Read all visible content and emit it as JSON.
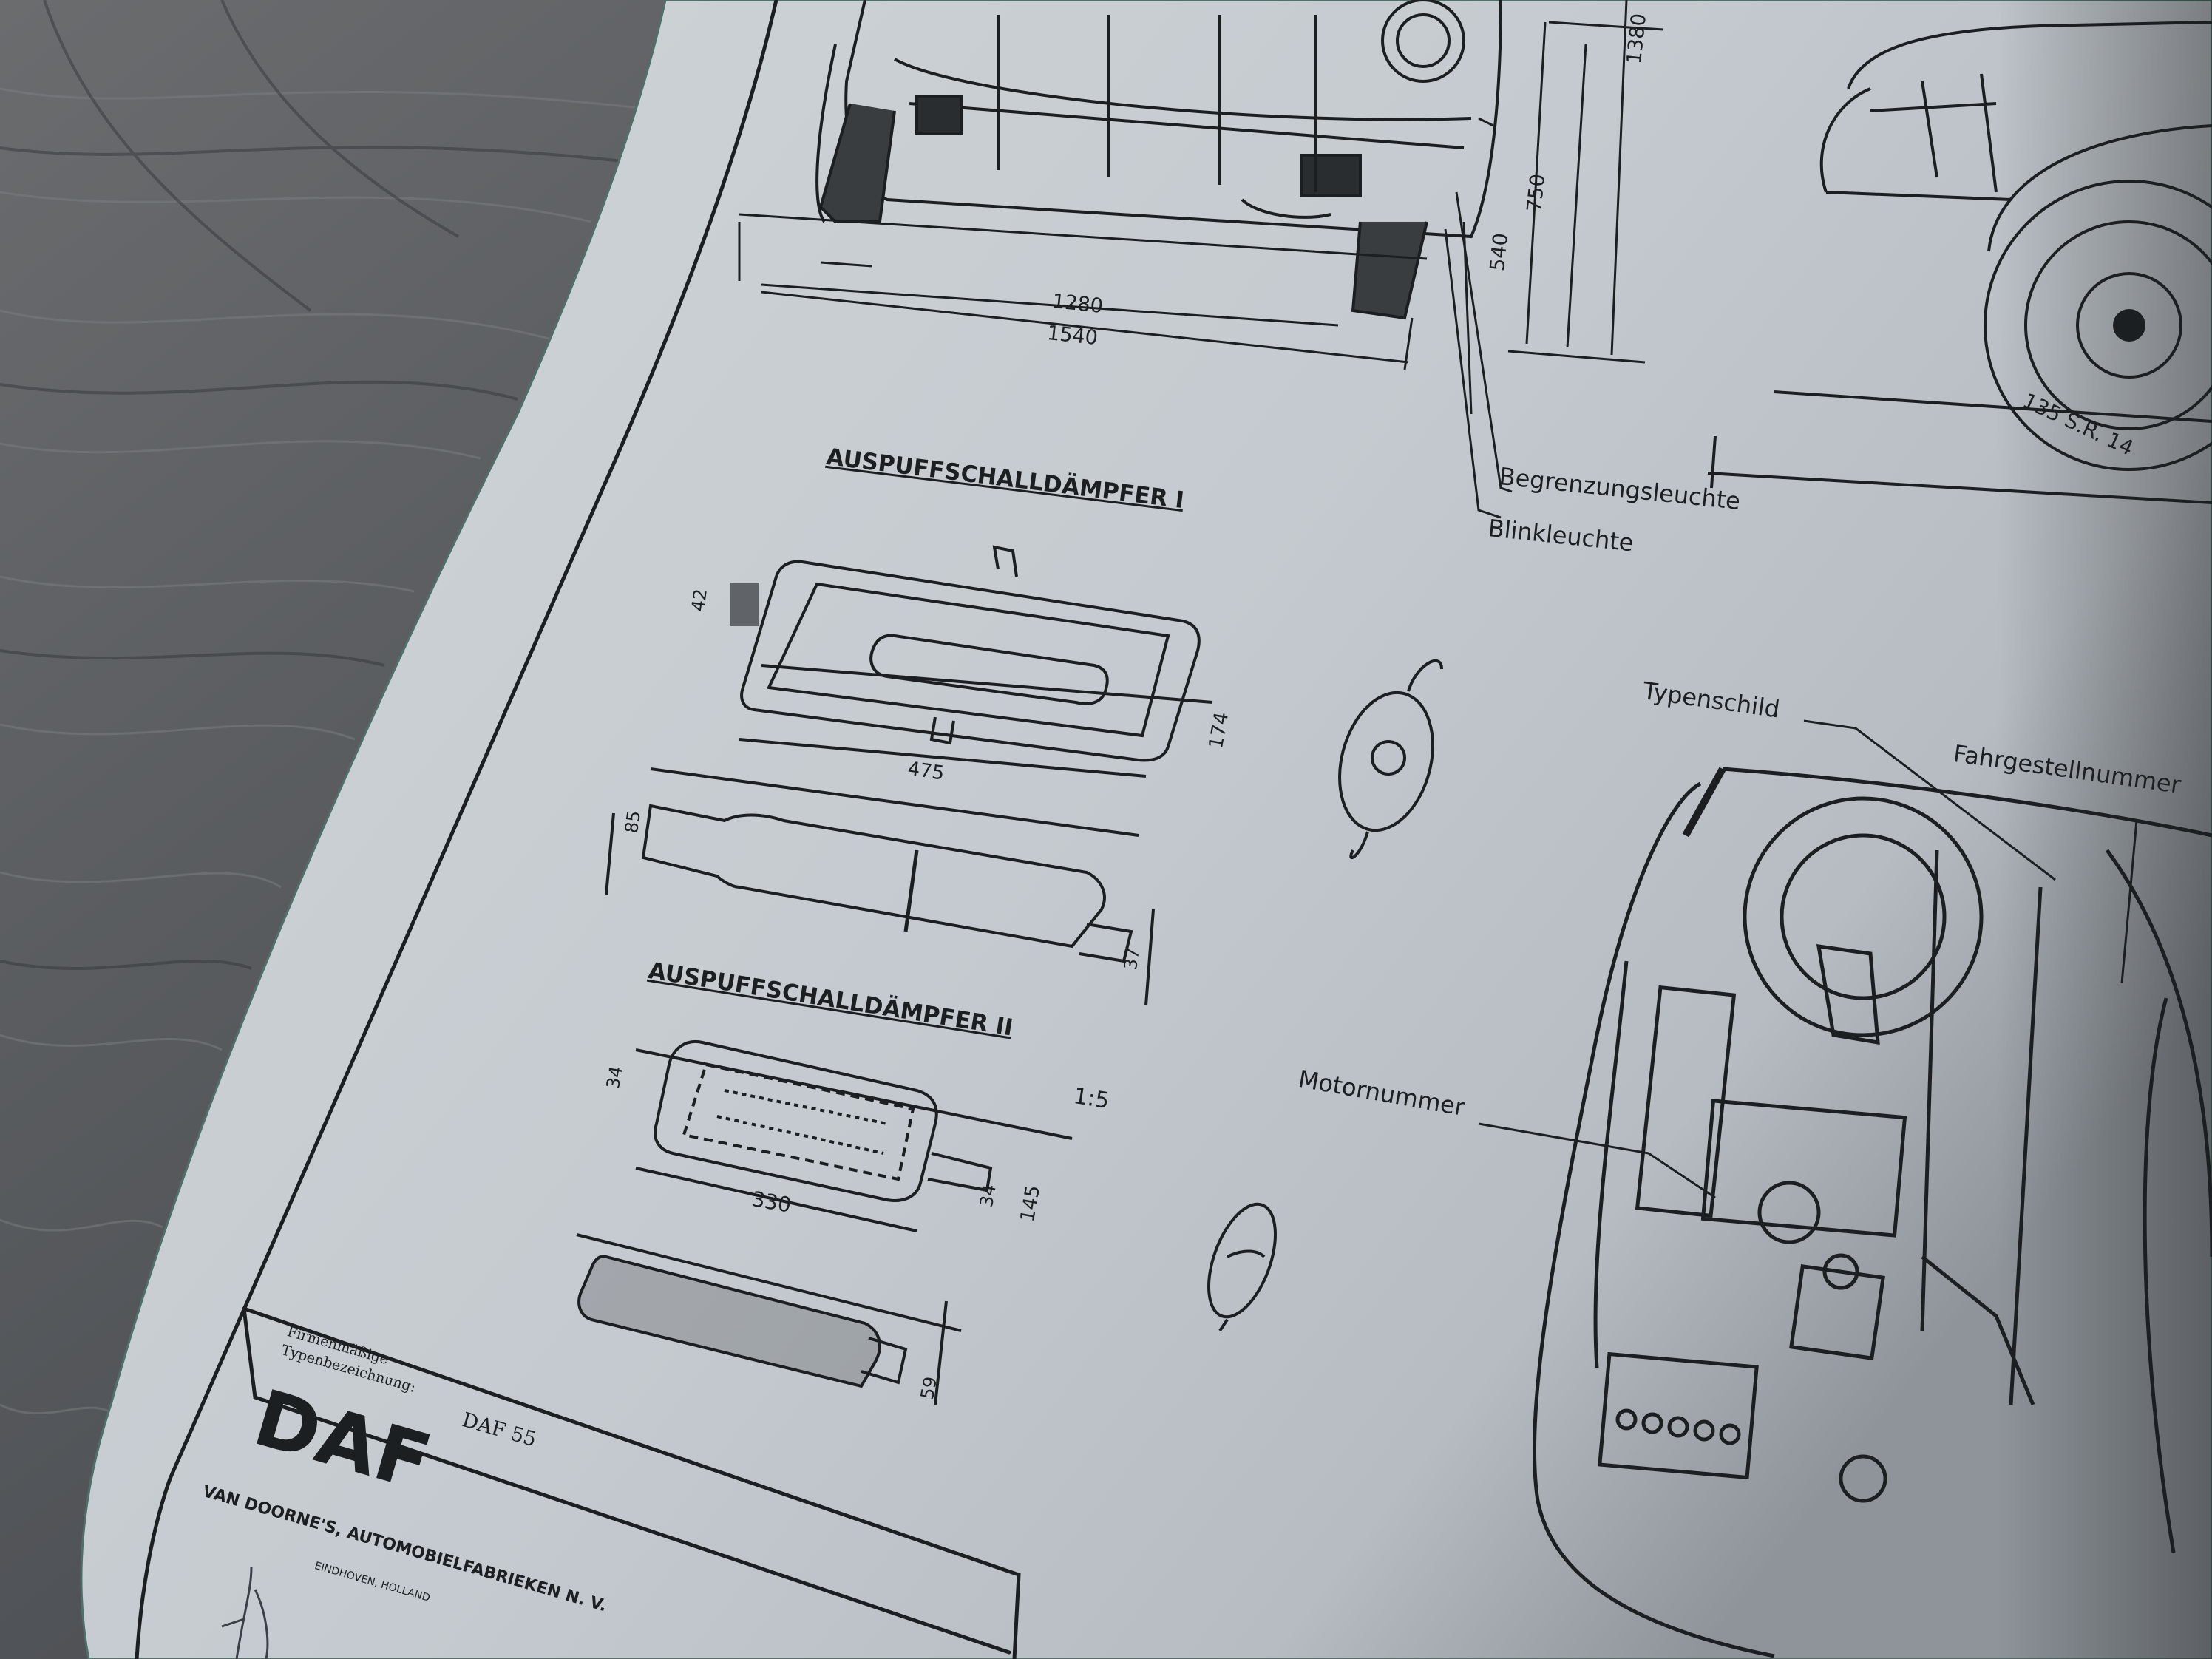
{
  "colors": {
    "paper": "#c6ccd0",
    "ink": "#1c1f22",
    "wood": "#5b5e61"
  },
  "front_view": {
    "dims": {
      "track": "1280",
      "width": "1540",
      "h1380": "1380",
      "h750": "750",
      "h540": "540"
    },
    "callouts": {
      "marker_light": "Begrenzungsleuchte",
      "indicator": "Blinkleuchte"
    }
  },
  "side_view": {
    "tire": "135 S.R. 14"
  },
  "muffler_1": {
    "title": "AUSPUFFSCHALLDÄMPFER I",
    "dims": {
      "d42": "42",
      "d475": "475",
      "d174": "174",
      "d85": "85",
      "d37": "37"
    }
  },
  "muffler_2": {
    "title": "AUSPUFFSCHALLDÄMPFER II",
    "scale": "1:5",
    "dims": {
      "d34a": "34",
      "d330": "330",
      "d34b": "34",
      "d145": "145",
      "d59": "59"
    }
  },
  "rear_view": {
    "callouts": {
      "type_plate": "Typenschild",
      "chassis": "Fahrgestellnummer",
      "engine": "Motornummer"
    }
  },
  "title_block": {
    "label_line1": "Firmenmäßige",
    "label_line2": "Typenbezeichnung:",
    "model": "DAF 55",
    "company": "VAN DOORNE'S, AUTOMOBIELFABRIEKEN N. V.",
    "city": "EINDHOVEN, HOLLAND"
  }
}
